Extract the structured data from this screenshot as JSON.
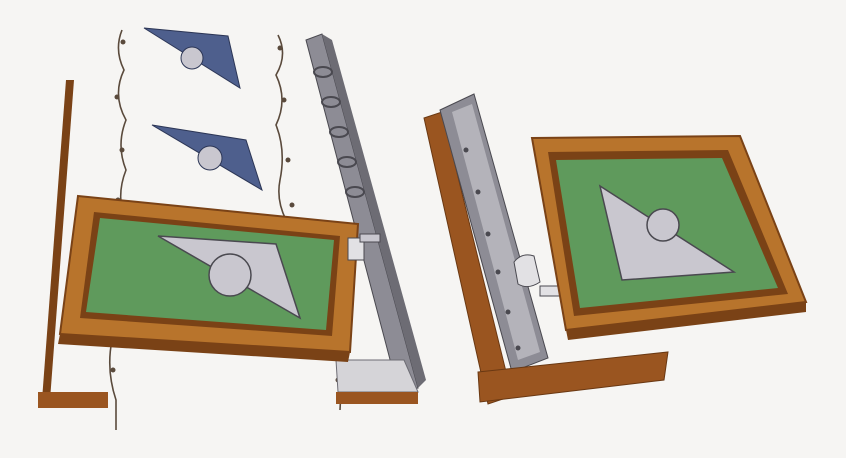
{
  "illustration": {
    "left_assembly": {
      "parts": [
        "wire",
        "template",
        "frame",
        "hinge-rail",
        "base-strip"
      ],
      "printed_items": 2
    },
    "right_assembly": {
      "parts": [
        "hinge-rail",
        "frame",
        "latch",
        "base-strip"
      ]
    },
    "colors": {
      "frame_wood": "#b8742c",
      "frame_dark": "#7a4216",
      "screen_green": "#5f9a5c",
      "template_gray": "#c9c7cf",
      "print_blue": "#4e5f8d",
      "rail_gray": "#8d8c95",
      "background": "#f6f5f3"
    }
  }
}
